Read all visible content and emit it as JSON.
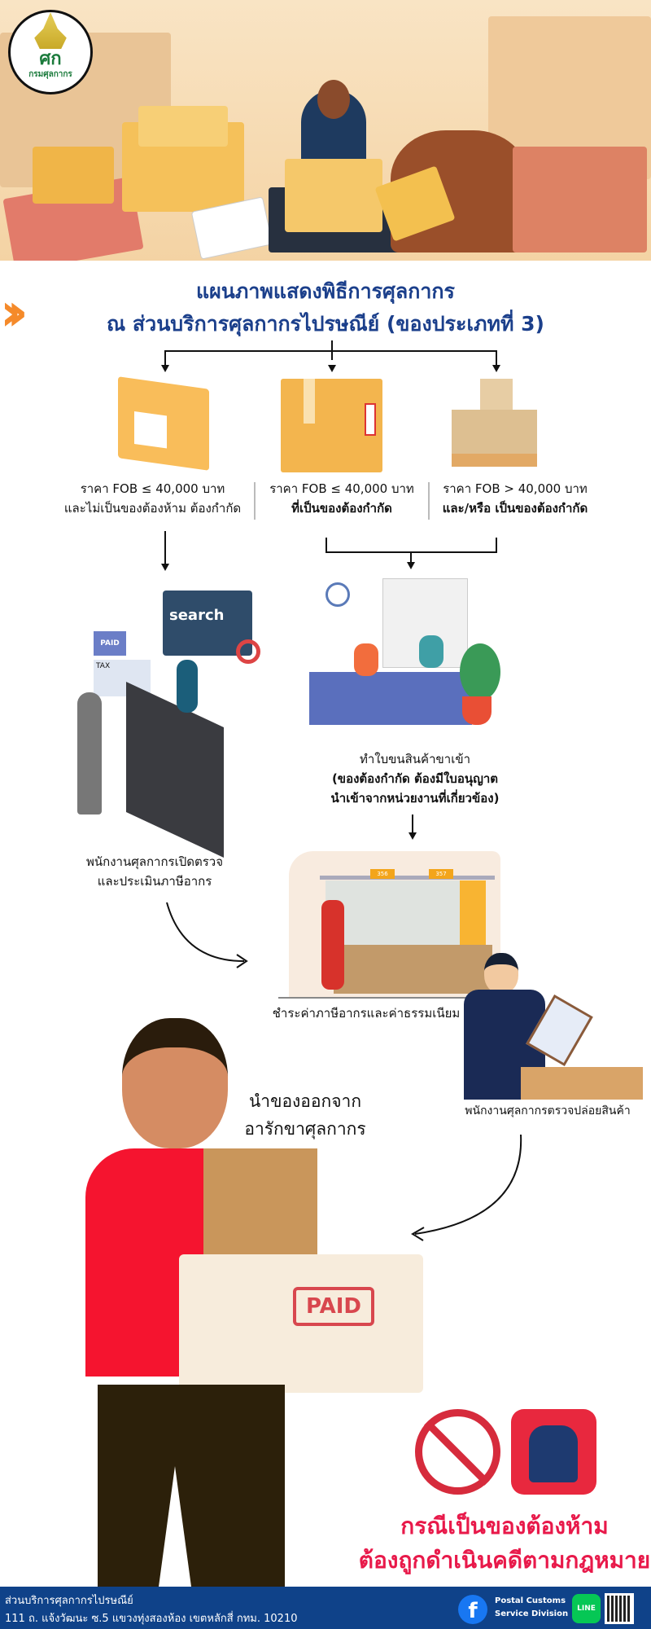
{
  "logo": {
    "text": "กรมศุลกากร",
    "mark": "ศก"
  },
  "title": {
    "line1": "แผนภาพแสดงพิธีการศุลกากร",
    "line2": "ณ ส่วนบริการศุลกากรไปรษณีย์ (ของประเภทที่ 3)"
  },
  "categories": [
    {
      "line1": "ราคา FOB ≤  40,000 บาท",
      "line2": "และไม่เป็นของต้องห้าม ต้องกำกัด"
    },
    {
      "line1": "ราคา FOB ≤  40,000 บาท",
      "line2": "ที่เป็นของต้องกำกัด"
    },
    {
      "line1": "ราคา FOB > 40,000 บาท",
      "line2": "และ/หรือ เป็นของต้องกำกัด"
    }
  ],
  "steps": {
    "inspect": {
      "line1": "พนักงานศุลกากรเปิดตรวจ",
      "line2": "และประเมินภาษีอากร",
      "search_word": "search",
      "tax_word": "TAX",
      "paid_word": "PAID"
    },
    "declaration": {
      "line1": "ทำใบขนสินค้าขาเข้า",
      "line2": "(ของต้องกำกัด ต้องมีใบอนุญาต",
      "line3": "นำเข้าจากหน่วยงานที่เกี่ยวข้อง)"
    },
    "payment": {
      "text": "ชำระค่าภาษีอากรและค่าธรรมเนียม",
      "counter1": "356",
      "counter2": "357"
    },
    "release": {
      "text": "พนักงานศุลกากรตรวจปล่อยสินค้า"
    },
    "exit": {
      "line1": "นำของออกจาก",
      "line2": "อารักขาศุลกากร",
      "stamp": "PAID"
    }
  },
  "warning": {
    "line1": "กรณีเป็นของต้องห้าม",
    "line2": "ต้องถูกดำเนินคดีตามกฎหมาย"
  },
  "footer": {
    "org": "ส่วนบริการศุลกากรไปรษณีย์",
    "address": "111 ถ. แจ้งวัฒนะ ซ.5 แขวงทุ่งสองห้อง เขตหลักสี่ กทม. 10210",
    "fb_name1": "Postal Customs",
    "fb_name2": "Service Division",
    "line_label": "LINE"
  },
  "colors": {
    "title": "#1b3f8b",
    "accent": "#f58a2a",
    "warning": "#e8194a",
    "footer": "#0f4289"
  }
}
